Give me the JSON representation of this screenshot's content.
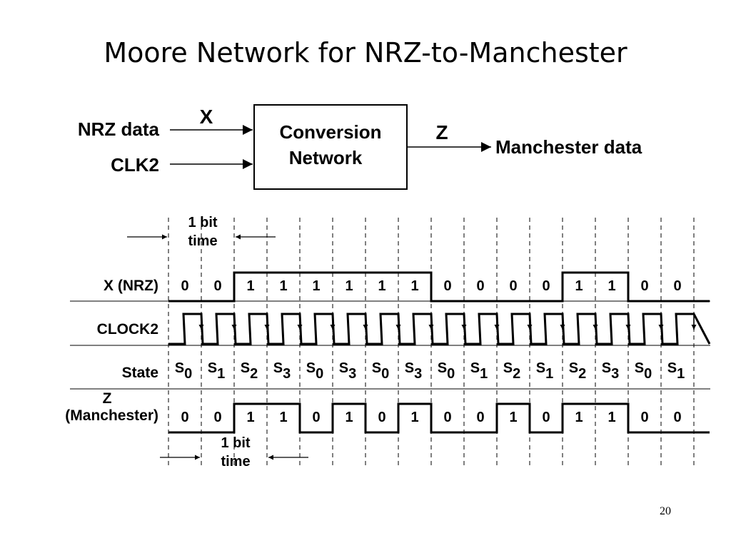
{
  "title": "Moore Network for NRZ-to-Manchester",
  "page_number": "20",
  "block_diagram": {
    "box_line1": "Conversion",
    "box_line2": "Network",
    "input1_label": "NRZ data",
    "input1_signal": "X",
    "input2_label": "CLK2",
    "output_signal": "Z",
    "output_label": "Manchester data"
  },
  "timing": {
    "bit_time_label_line1": "1 bit",
    "bit_time_label_line2": "time",
    "rows": {
      "x": "X (NRZ)",
      "clock": "CLOCK2",
      "state": "State",
      "z_line1": "Z",
      "z_line2": "(Manchester)"
    },
    "x_values": [
      "0",
      "0",
      "1",
      "1",
      "1",
      "1",
      "1",
      "1",
      "0",
      "0",
      "0",
      "0",
      "1",
      "1",
      "0",
      "0"
    ],
    "states": [
      {
        "s": "S",
        "n": "0"
      },
      {
        "s": "S",
        "n": "1"
      },
      {
        "s": "S",
        "n": "2"
      },
      {
        "s": "S",
        "n": "3"
      },
      {
        "s": "S",
        "n": "0"
      },
      {
        "s": "S",
        "n": "3"
      },
      {
        "s": "S",
        "n": "0"
      },
      {
        "s": "S",
        "n": "3"
      },
      {
        "s": "S",
        "n": "0"
      },
      {
        "s": "S",
        "n": "1"
      },
      {
        "s": "S",
        "n": "2"
      },
      {
        "s": "S",
        "n": "1"
      },
      {
        "s": "S",
        "n": "2"
      },
      {
        "s": "S",
        "n": "3"
      },
      {
        "s": "S",
        "n": "0"
      },
      {
        "s": "S",
        "n": "1"
      }
    ],
    "z_values": [
      "0",
      "0",
      "1",
      "1",
      "0",
      "1",
      "0",
      "1",
      "0",
      "0",
      "1",
      "0",
      "1",
      "1",
      "0",
      "0"
    ]
  }
}
